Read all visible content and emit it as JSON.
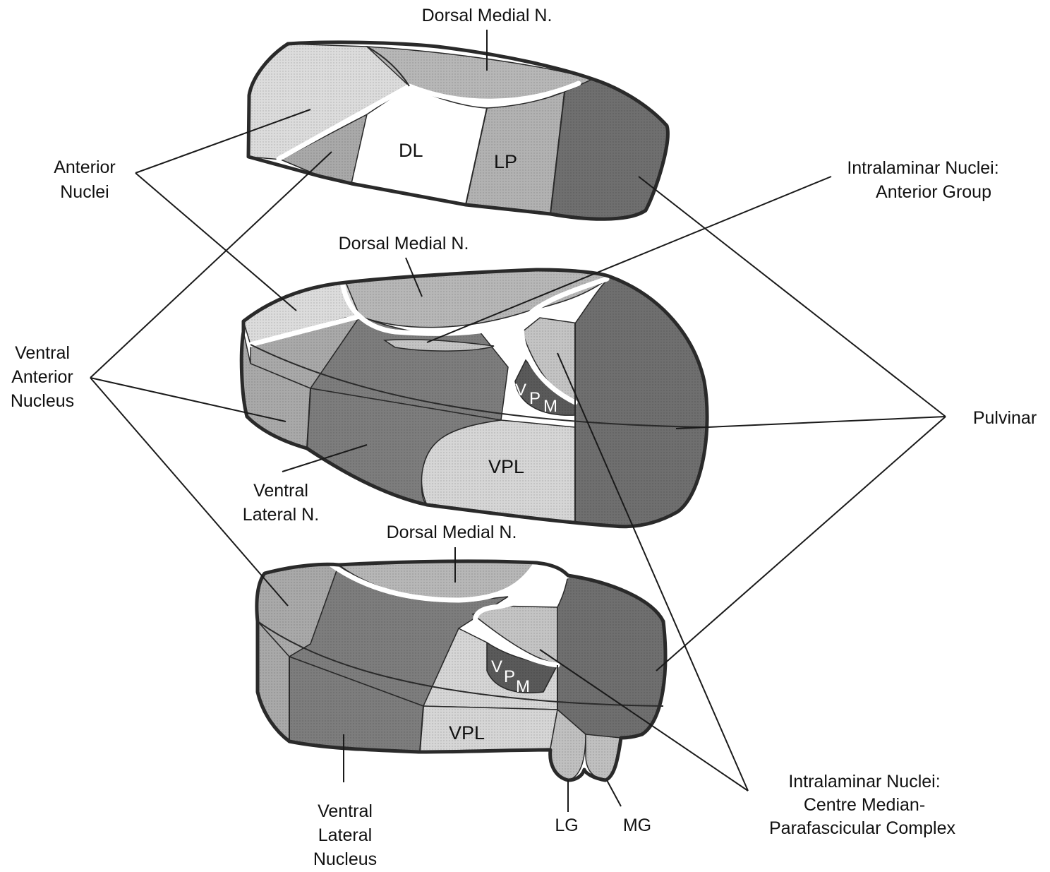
{
  "colors": {
    "background": "#ffffff",
    "outline": "#2a2a2a",
    "anterior": "#dcdcdc",
    "dorsal_medial": "#b7b7b7",
    "dl": "#ffffff",
    "lp": "#b2b2b2",
    "pulvinar": "#6f6f6f",
    "ventral_anterior": "#a9a9a9",
    "ventral_lateral": "#7d7d7d",
    "vpl": "#d6d6d6",
    "vpm": "#5a5a5a",
    "intralaminar": "#c4c4c4",
    "geniculate": "#c0c0c0"
  },
  "labels": {
    "dorsal_medial_top": "Dorsal Medial N.",
    "dorsal_medial_mid": "Dorsal Medial N.",
    "dorsal_medial_bot": "Dorsal Medial N.",
    "anterior_nuclei": [
      "Anterior",
      "Nuclei"
    ],
    "intralaminar_anterior": [
      "Intralaminar Nuclei:",
      "Anterior Group"
    ],
    "ventral_anterior": [
      "Ventral",
      "Anterior",
      "Nucleus"
    ],
    "pulvinar": "Pulvinar",
    "ventral_lateral_n": [
      "Ventral",
      "Lateral N."
    ],
    "ventral_lateral_nucleus": [
      "Ventral",
      "Lateral",
      "Nucleus"
    ],
    "intralaminar_cm": [
      "Intralaminar Nuclei:",
      "Centre Median-",
      "Parafascicular Complex"
    ],
    "lg": "LG",
    "mg": "MG"
  },
  "inner_labels": {
    "dl": "DL",
    "lp": "LP",
    "vpl_mid": "VPL",
    "vpl_bot": "VPL",
    "vpm": [
      "V",
      "P",
      "M"
    ]
  }
}
